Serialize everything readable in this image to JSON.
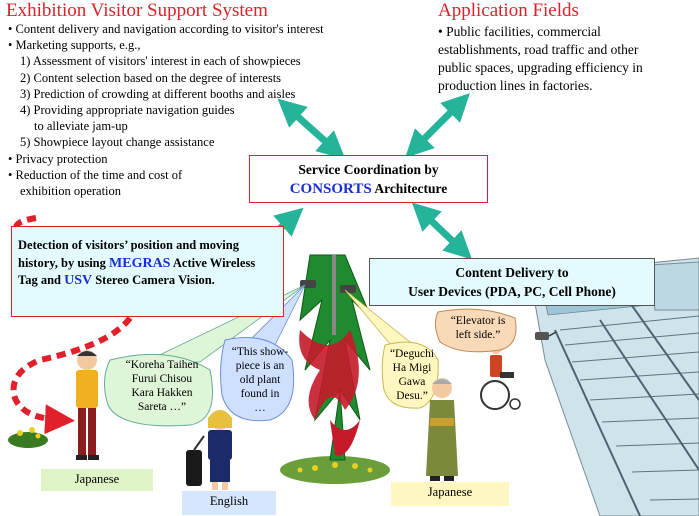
{
  "left_panel": {
    "title": "Exhibition Visitor Support System",
    "items": [
      "• Content delivery and navigation according to visitor's interest",
      "•  Marketing supports, e.g.,",
      "   1) Assessment of visitors' interest in each of showpieces",
      "   2) Content selection based on the degree of interests",
      "   3) Prediction of crowding at different booths and aisles",
      "   4) Providing appropriate navigation guides",
      "       to alleviate jam-up",
      "   5) Showpiece layout change assistance",
      "• Privacy protection",
      "• Reduction of the time and cost of",
      "   exhibition operation"
    ]
  },
  "right_panel": {
    "title": "Application Fields",
    "lines": [
      "• Public facilities, commercial",
      "establishments, road traffic and other",
      "public spaces, upgrading efficiency in",
      "production lines in factories."
    ]
  },
  "coordination": {
    "line1": "Service Coordination by",
    "highlight": "CONSORTS",
    "rest": " Architecture"
  },
  "detection": {
    "p1": "Detection of visitors’ position and moving history, by using ",
    "megras": "MEGRAS",
    "p2": " Active Wireless Tag and ",
    "usv": "USV",
    "p3": " Stereo Camera Vision."
  },
  "delivery": {
    "line1": "Content Delivery to",
    "line2": "User Devices (PDA, PC, Cell Phone)"
  },
  "bubbles": {
    "japanese1": [
      "“Koreha Taihen",
      "Furui Chisou",
      "Kara Hakken",
      "Sareta …”"
    ],
    "english": [
      "“This show-",
      "piece is an",
      "old plant",
      "found in",
      "…"
    ],
    "japanese2": [
      "“Deguchi",
      "Ha Migi",
      "Gawa",
      "Desu.”"
    ],
    "elevator": [
      "“Elevator is",
      "left side.”"
    ]
  },
  "captions": {
    "japanese1": "Japanese",
    "english": "English",
    "japanese2": "Japanese"
  },
  "colors": {
    "red": "#e0202a",
    "blue": "#1a2fd0",
    "teal_arrow": "#25b39a",
    "box_fill": "#e3fbff",
    "caption_green": "#dff5c8",
    "caption_blue": "#d6e6ff",
    "caption_yellow": "#fff6c0"
  }
}
